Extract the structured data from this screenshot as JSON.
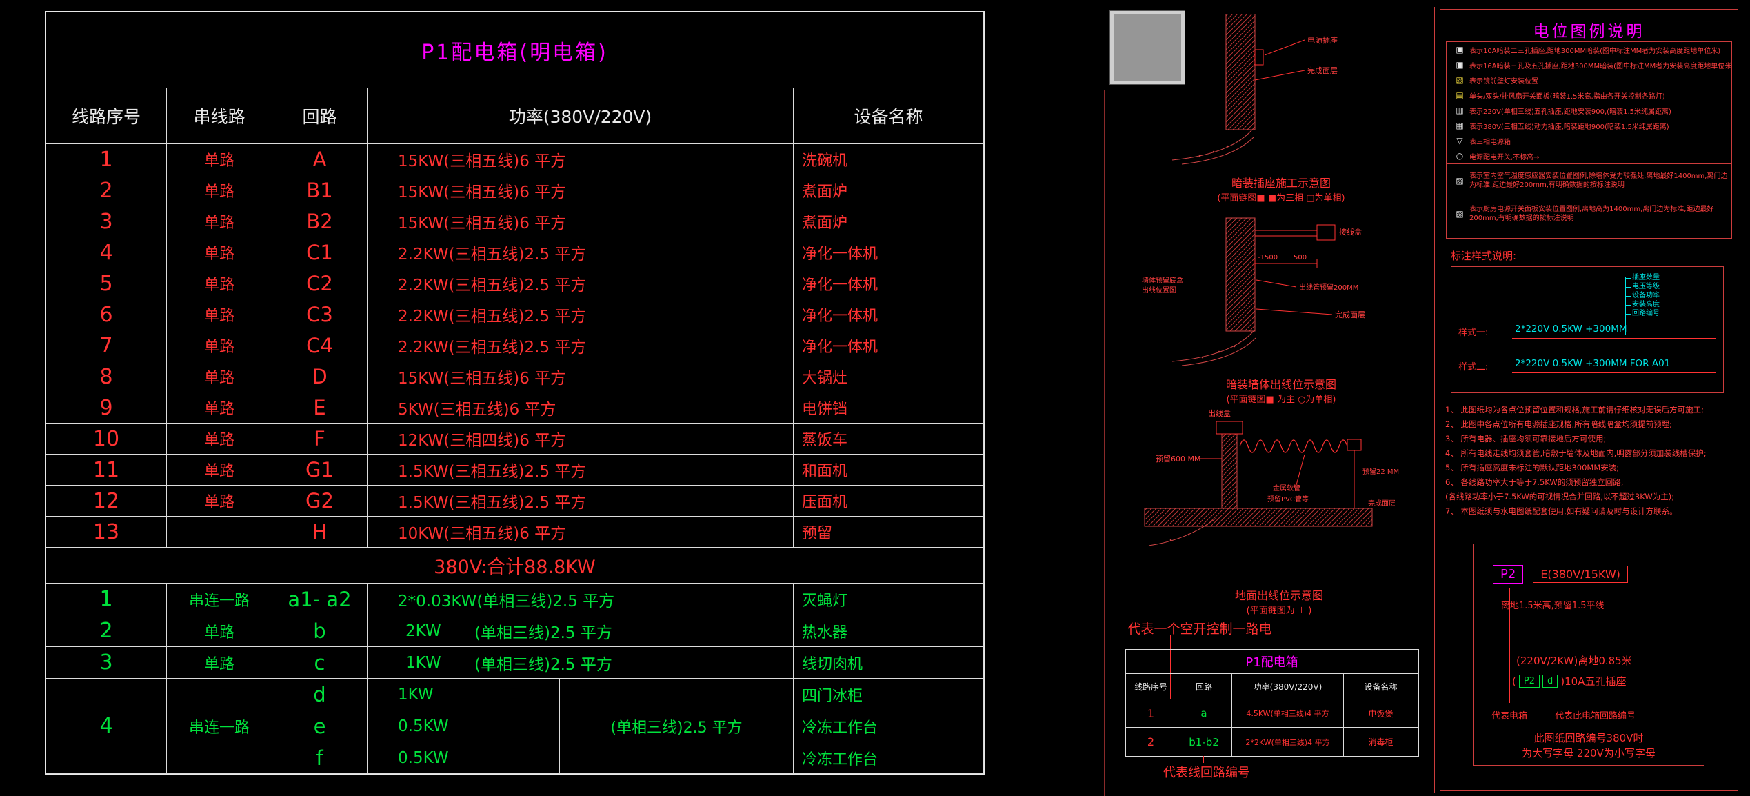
{
  "main_table": {
    "title": "P1配电箱(明电箱)",
    "headers": [
      "线路序号",
      "串线路",
      "回路",
      "功率(380V/220V)",
      "设备名称"
    ],
    "rows_380": [
      {
        "num": "1",
        "type": "单路",
        "loop": "A",
        "power": "15KW(三相五线)6 平方",
        "device": "洗碗机"
      },
      {
        "num": "2",
        "type": "单路",
        "loop": "B1",
        "power": "15KW(三相五线)6 平方",
        "device": "煮面炉"
      },
      {
        "num": "3",
        "type": "单路",
        "loop": "B2",
        "power": "15KW(三相五线)6 平方",
        "device": "煮面炉"
      },
      {
        "num": "4",
        "type": "单路",
        "loop": "C1",
        "power": "2.2KW(三相五线)2.5 平方",
        "device": "净化一体机"
      },
      {
        "num": "5",
        "type": "单路",
        "loop": "C2",
        "power": "2.2KW(三相五线)2.5 平方",
        "device": "净化一体机"
      },
      {
        "num": "6",
        "type": "单路",
        "loop": "C3",
        "power": "2.2KW(三相五线)2.5 平方",
        "device": "净化一体机"
      },
      {
        "num": "7",
        "type": "单路",
        "loop": "C4",
        "power": "2.2KW(三相五线)2.5 平方",
        "device": "净化一体机"
      },
      {
        "num": "8",
        "type": "单路",
        "loop": "D",
        "power": "15KW(三相五线)6 平方",
        "device": "大锅灶"
      },
      {
        "num": "9",
        "type": "单路",
        "loop": "E",
        "power": "5KW(三相五线)6 平方",
        "device": "电饼铛"
      },
      {
        "num": "10",
        "type": "单路",
        "loop": "F",
        "power": "12KW(三相四线)6 平方",
        "device": "蒸饭车"
      },
      {
        "num": "11",
        "type": "单路",
        "loop": "G1",
        "power": "1.5KW(三相五线)2.5 平方",
        "device": "和面机"
      },
      {
        "num": "12",
        "type": "单路",
        "loop": "G2",
        "power": "1.5KW(三相五线)2.5 平方",
        "device": "压面机"
      },
      {
        "num": "13",
        "type": "",
        "loop": "H",
        "power": "10KW(三相五线)6 平方",
        "device": "预留"
      }
    ],
    "total_380": "380V:合计88.8KW",
    "rows_220": [
      {
        "num": "1",
        "type": "串连一路",
        "loop": "a1- a2",
        "power": "2*0.03KW(单相三线)2.5 平方",
        "device": "灭蝇灯"
      },
      {
        "num": "2",
        "type": "单路",
        "loop": "b",
        "power_kw": "2KW",
        "power_spec": "(单相三线)2.5 平方",
        "device": "热水器"
      },
      {
        "num": "3",
        "type": "单路",
        "loop": "c",
        "power_kw": "1KW",
        "power_spec": "(单相三线)2.5 平方",
        "device": "线切肉机"
      }
    ],
    "group4": {
      "num": "4",
      "type": "串连一路",
      "shared_spec": "(单相三线)2.5 平方",
      "items": [
        {
          "loop": "d",
          "power": "1KW",
          "device": "四门冰柜"
        },
        {
          "loop": "e",
          "power": "0.5KW",
          "device": "冷冻工作台"
        },
        {
          "loop": "f",
          "power": "0.5KW",
          "device": "冷冻工作台"
        }
      ]
    }
  },
  "mini_table": {
    "note_top": "代表一个空开控制一路电",
    "title": "P1配电箱",
    "headers": [
      "线路序号",
      "回路",
      "功率(380V/220V)",
      "设备名称"
    ],
    "rows": [
      {
        "num": "1",
        "loop": "a",
        "power": "4.5KW(单相三线)4 平方",
        "device": "电饭煲"
      },
      {
        "num": "2",
        "loop": "b1-b2",
        "power": "2*2KW(单相三线)4 平方",
        "device": "消毒柜"
      }
    ],
    "note_bottom": "代表线回路编号"
  },
  "diagrams": {
    "d1": {
      "title": "暗装插座施工示意图",
      "caption": "(平面链图■ ■为三相 □为单相)",
      "label_socket": "电源插座",
      "label_surface": "完成面层"
    },
    "d2": {
      "title": "暗装墙体出线位示意图",
      "caption": "(平面链图■ 为主 ○为单相)",
      "label_box": "接线盒",
      "dim1": "-1500",
      "dim2": "500",
      "label_conduit": "出线管预留200MM",
      "label_surface": "完成面层",
      "label_left1": "墙体预留底盒",
      "label_left2": "出线位置图"
    },
    "d3": {
      "title": "地面出线位示意图",
      "caption": "(平面链图为 ⊥ )",
      "label_top": "出线盒",
      "label_h": "预留600 MM",
      "label_c1": "金属软管",
      "label_c2": "预留PVC管等",
      "label_surface": "完成面层",
      "label_r": "预留22 MM"
    }
  },
  "legend": {
    "title": "电位图例说明",
    "rows": [
      {
        "icon": "▣",
        "color": "#e8e8e8",
        "text": "表示10A暗装二三孔插座,距地300MM暗装(图中标注MM者为安装高度距地单位米)"
      },
      {
        "icon": "▣",
        "color": "#e8e8e8",
        "text": "表示16A暗装三孔及五孔插座,距地300MM暗装(图中标注MM者为安装高度距地单位米)"
      },
      {
        "icon": "▧",
        "color": "#e8d23c",
        "text": "表示镜前壁灯安装位置"
      },
      {
        "icon": "▤",
        "color": "#e8d23c",
        "text": "单头/双头/排风扇开关面板(暗装1.5米高,指由各开关控制各路灯)"
      },
      {
        "icon": "▥",
        "color": "#e8e8e8",
        "text": "表示220V(单相三线)五孔插座,距地安装900,(暗装1.5米纯属距离)"
      },
      {
        "icon": "▦",
        "color": "#e8e8e8",
        "text": "表示380V(三相五线)动力插座,暗装距地900(暗装1.5米纯属距离)"
      },
      {
        "icon": "▽",
        "color": "#e8e8e8",
        "text": "表三相电源箱"
      },
      {
        "icon": "○",
        "color": "#e8e8e8",
        "text": "电源配电开关,不标高→"
      }
    ],
    "paragraphs": [
      {
        "icon": "▨",
        "text": "表示室内空气温度感应器安装位置图例,除墙体受力较强处,离地最好1400mm,离门边为标准,距边最好200mm,有明确数据的按标注说明"
      },
      {
        "icon": "▨",
        "text": "表示厨房电源开关面板安装位置图例,离地高为1400mm,离门边为标准,距边最好200mm,有明确数据的按标注说明"
      }
    ]
  },
  "annotation_style": {
    "heading": "标注样式说明:",
    "callouts": [
      "插座数量",
      "电压等级",
      "设备功率",
      "安装高度",
      "回路编号"
    ],
    "style1_label": "样式一:",
    "style1_value": "2*220V 0.5KW +300MM",
    "style2_label": "样式二:",
    "style2_value": "2*220V 0.5KW +300MM   FOR A01"
  },
  "notes": {
    "items": [
      "1、 此图纸均为各点位预留位置和规格,施工前请仔细核对无误后方可施工;",
      "2、 此图中各点位所有电源插座规格,所有暗线暗盒均须提前预埋;",
      "3、 所有电器、插座均须可靠接地后方可使用;",
      "4、 所有电线走线均须套管,暗敷于墙体及地面内,明露部分须加装线槽保护;",
      "5、 所有插座高度未标注的默认距地300MM安装;",
      "6、 各线路功率大于等于7.5KW的须预留独立回路,",
      "      (各线路功率小于7.5KW的可视情况合并回路,以不超过3KW为主);",
      "7、 本图纸须与水电图纸配套使用,如有疑问请及时与设计方联系。"
    ]
  },
  "example_box": {
    "p2": "P2",
    "circuit": "E(380V/15KW)",
    "sub": "离地1.5米高,预留1.5平线",
    "line2": "(220V/2KW)离地0.85米",
    "line3_prefix": "(",
    "line3_p2": "P2",
    "line3_d": "d",
    "line3_suffix": ")10A五孔插座",
    "callout_left": "代表电箱",
    "callout_right": "代表此电箱回路编号",
    "footer1": "此图纸回路编号380V时",
    "footer2": "为大写字母 220V为小写字母"
  }
}
